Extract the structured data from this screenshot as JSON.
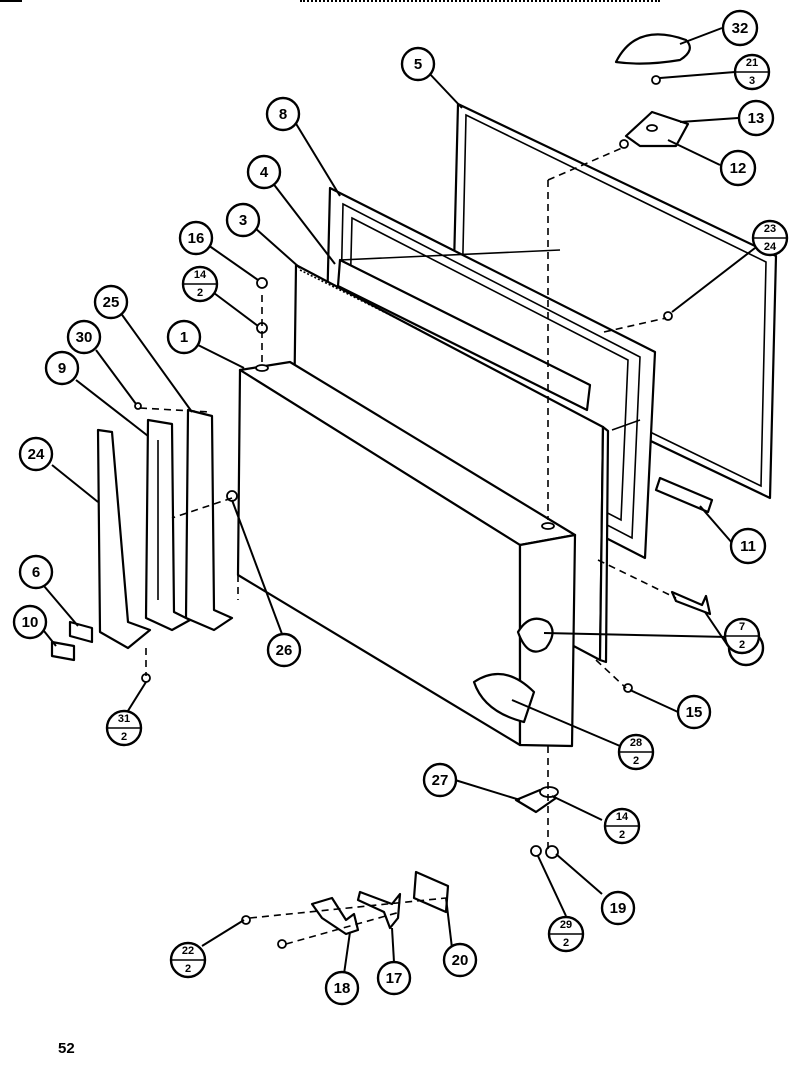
{
  "diagram": {
    "page_number": "52",
    "callouts": [
      {
        "id": "c32",
        "label": "32"
      },
      {
        "id": "c21",
        "num": "21",
        "den": "3"
      },
      {
        "id": "c5",
        "label": "5"
      },
      {
        "id": "c13",
        "label": "13"
      },
      {
        "id": "c12",
        "label": "12"
      },
      {
        "id": "c8",
        "label": "8"
      },
      {
        "id": "c4",
        "label": "4"
      },
      {
        "id": "c3",
        "label": "3"
      },
      {
        "id": "c16",
        "label": "16"
      },
      {
        "id": "c23",
        "num": "23",
        "den": "24"
      },
      {
        "id": "c14a",
        "num": "14",
        "den": "2"
      },
      {
        "id": "c25",
        "label": "25"
      },
      {
        "id": "c30",
        "label": "30"
      },
      {
        "id": "c1",
        "label": "1"
      },
      {
        "id": "c9",
        "label": "9"
      },
      {
        "id": "c24",
        "label": "24"
      },
      {
        "id": "c11",
        "label": "11"
      },
      {
        "id": "c6",
        "label": "6"
      },
      {
        "id": "c2",
        "label": "2"
      },
      {
        "id": "c10",
        "label": "10"
      },
      {
        "id": "c7",
        "num": "7",
        "den": "2"
      },
      {
        "id": "c26",
        "label": "26"
      },
      {
        "id": "c15",
        "label": "15"
      },
      {
        "id": "c31",
        "num": "31",
        "den": "2"
      },
      {
        "id": "c28",
        "num": "28",
        "den": "2"
      },
      {
        "id": "c27",
        "label": "27"
      },
      {
        "id": "c14b",
        "num": "14",
        "den": "2"
      },
      {
        "id": "c19",
        "label": "19"
      },
      {
        "id": "c29",
        "num": "29",
        "den": "2"
      },
      {
        "id": "c22",
        "num": "22",
        "den": "2"
      },
      {
        "id": "c20",
        "label": "20"
      },
      {
        "id": "c17",
        "label": "17"
      },
      {
        "id": "c18",
        "label": "18"
      }
    ]
  }
}
